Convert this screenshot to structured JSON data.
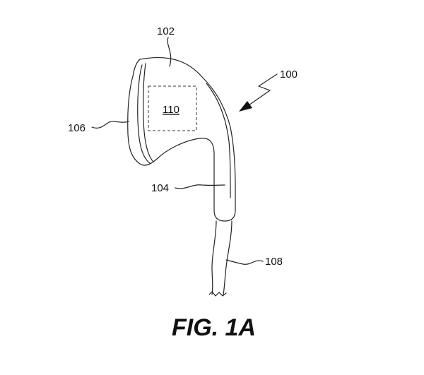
{
  "figure": {
    "caption": "FIG. 1A",
    "labels": {
      "device": "100",
      "housing": "102",
      "stem": "104",
      "face": "106",
      "cable": "108",
      "component": "110"
    }
  },
  "colors": {
    "ink": "#111111",
    "background": "#ffffff"
  }
}
